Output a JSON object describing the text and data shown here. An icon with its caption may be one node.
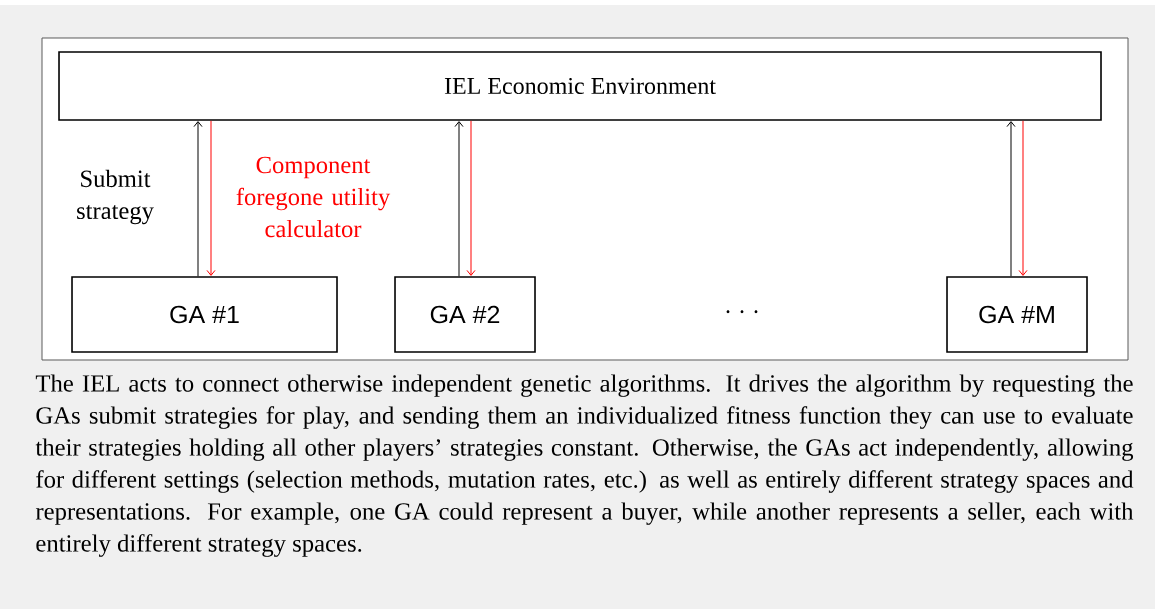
{
  "diagram": {
    "caption": "The IEL acts to connect otherwise independent genetic algorithms. It drives the algorithm by requesting the GAs submit strategies for play, and sending them an individualized fitness function they can use to evaluate their strategies holding all other players’ strategies constant. Otherwise, the GAs act independently, allowing for different settings (selection methods, mutation rates, etc.) as well as entirely different strategy spaces and representations. For example, one GA could represent a buyer, while another represents a seller, each with entirely different strategy spaces.",
    "nodes": [
      {
        "text": [
          "IEL Economic Environment"
        ]
      },
      {
        "text": [
          "GA #1"
        ]
      },
      {
        "text": [
          "GA #2"
        ]
      },
      {
        "text": [
          "GA #M"
        ]
      }
    ],
    "edges": [
      {
        "from": 1,
        "to": 0,
        "arrow": "to",
        "label": "Submit strategy"
      },
      {
        "from": 0,
        "to": 1,
        "arrow": "to",
        "color": "#ff0000",
        "label": "Component foregone utility calculator"
      },
      {
        "from": 2,
        "to": 0,
        "arrow": "to"
      },
      {
        "from": 0,
        "to": 2,
        "arrow": "to",
        "color": "#ff0000"
      },
      {
        "from": 3,
        "to": 0,
        "arrow": "to"
      },
      {
        "from": 0,
        "to": 3,
        "arrow": "to",
        "color": "#ff0000"
      }
    ],
    "labels": [
      "· · ·"
    ]
  }
}
